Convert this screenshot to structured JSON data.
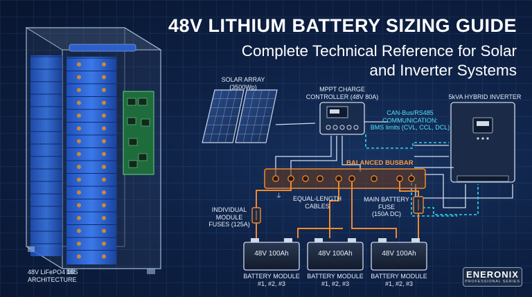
{
  "header": {
    "title": "48V LITHIUM BATTERY SIZING GUIDE",
    "subtitle": "Complete Technical Reference for Solar and Inverter Systems"
  },
  "labels": {
    "solar_array": [
      "SOLAR ARRAY",
      "(3500Wp)"
    ],
    "mppt": [
      "MPPT CHARGE",
      "CONTROLLER (48V 80A)"
    ],
    "inverter": [
      "5kVA HYBRID INVERTER"
    ],
    "can_bus": [
      "CAN-Bus/RS485",
      "COMMUNICATION:",
      "BMS limits (CVL, CCL, DCL)"
    ],
    "busbar": "BALANCED BUSBAR",
    "module_fuses": [
      "INDIVIDUAL",
      "MODULE",
      "FUSES (125A)"
    ],
    "cables": [
      "EQUAL-LENGTH",
      "CABLES"
    ],
    "main_fuse": [
      "MAIN BATTERY",
      "FUSE",
      "(150A DC)"
    ],
    "architecture": [
      "48V LiFePO4 16S",
      "ARCHITECTURE"
    ]
  },
  "batteries": [
    {
      "capacity": "48V 100Ah",
      "caption": [
        "BATTERY MODULE",
        "#1, #2, #3"
      ]
    },
    {
      "capacity": "48V 100Ah",
      "caption": [
        "BATTERY MODULE",
        "#1, #2, #3"
      ]
    },
    {
      "capacity": "48V 100Ah",
      "caption": [
        "BATTERY MODULE",
        "#1, #2, #3"
      ]
    }
  ],
  "logo": {
    "name": "ENERONIX",
    "tagline": "PROFESSIONAL SERIES"
  },
  "colors": {
    "accent_orange": "#f28a2e",
    "accent_cyan": "#2fd6f5",
    "line_white": "#d7dee9"
  }
}
